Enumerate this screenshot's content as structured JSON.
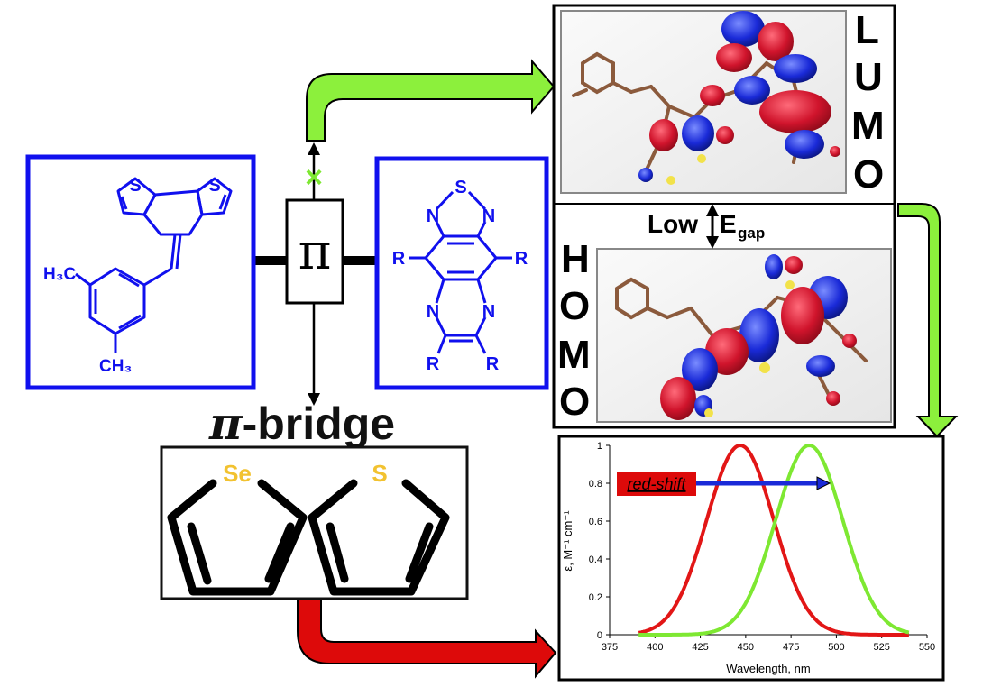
{
  "labels": {
    "pi": "π",
    "bridge_pi": "π",
    "bridge_text": "-bridge",
    "lumo": [
      "L",
      "U",
      "M",
      "O"
    ],
    "homo": [
      "H",
      "O",
      "M",
      "O"
    ],
    "low": "Low",
    "egap_e": "E",
    "egap_sub": "gap",
    "redshift": "red-shift",
    "block_symbol": "×"
  },
  "donor": {
    "atoms": {
      "s1": "S",
      "s2": "S",
      "h3c": "H₃C",
      "ch3": "CH₃"
    }
  },
  "acceptor": {
    "atoms": {
      "s": "S",
      "n1": "N",
      "n2": "N",
      "r1": "R",
      "r2": "R",
      "n3": "N",
      "n4": "N",
      "r3": "R",
      "r4": "R"
    }
  },
  "bridge": {
    "atoms": {
      "se": "Se",
      "s": "S"
    }
  },
  "colors": {
    "donor_acceptor": "#1010ee",
    "green_arrow": "#8cf03c",
    "red_arrow": "#dd0a0a",
    "lumo_pos": "#c8102e",
    "lumo_neg": "#1a2ad8",
    "selenium": "#f2c230",
    "spectrum_red": "#e21616",
    "spectrum_green": "#7ee832"
  },
  "chart_data": {
    "type": "line",
    "xlabel": "Wavelength, nm",
    "ylabel": "ε, M⁻¹ cm⁻¹",
    "xlim": [
      375,
      550
    ],
    "ylim": [
      0,
      1
    ],
    "x_ticks": [
      375,
      400,
      425,
      450,
      475,
      500,
      525,
      550
    ],
    "y_ticks": [
      0,
      0.2,
      0.4,
      0.6,
      0.8,
      1
    ],
    "series": [
      {
        "peak": 447,
        "width": 18.5,
        "color": "#e21616"
      },
      {
        "peak": 485,
        "width": 18.5,
        "color": "#7ee832"
      }
    ],
    "annotation": "red-shift"
  }
}
